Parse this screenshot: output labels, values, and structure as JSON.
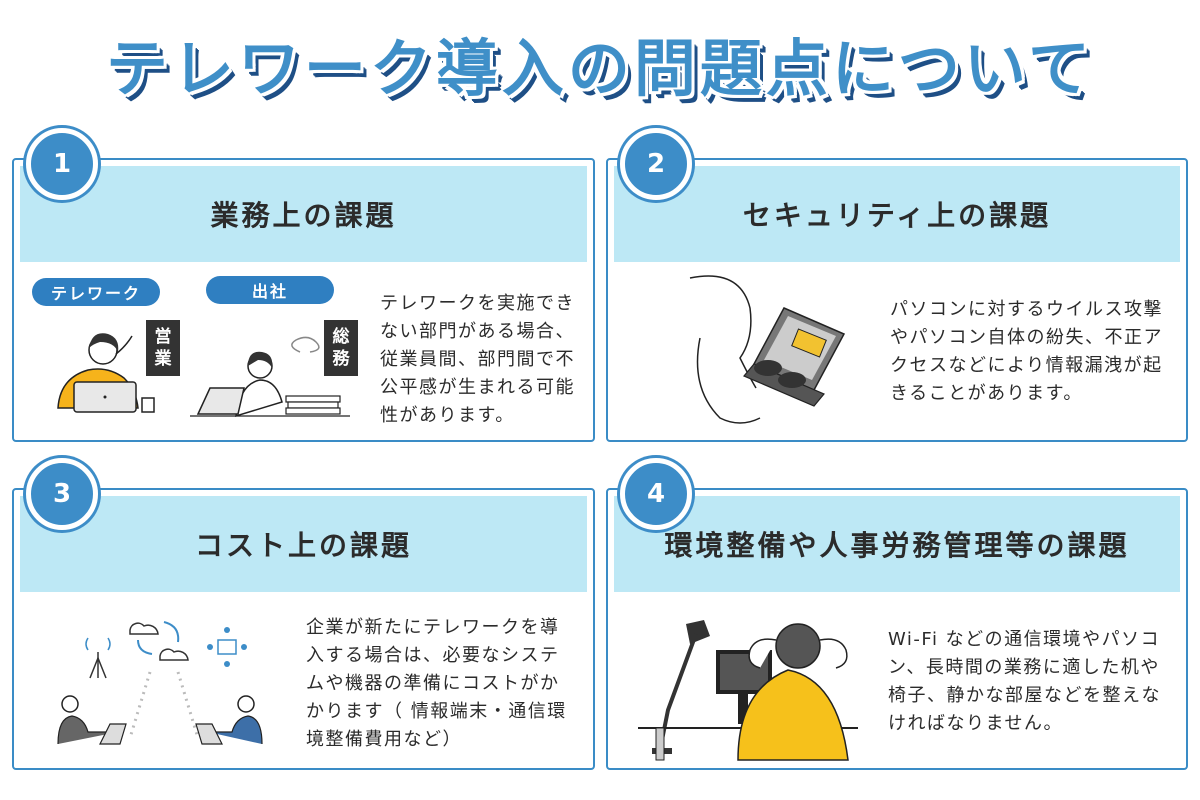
{
  "title": "テレワーク導入の問題点について",
  "colors": {
    "accent": "#3d8dc8",
    "header_bg": "#bde8f5",
    "title_shadow": "#1e4f86"
  },
  "panels": [
    {
      "number": "1",
      "heading": "業務上の課題",
      "tags": {
        "telework": "テレワーク",
        "office": "出社"
      },
      "vlabels": {
        "sales_1": "営",
        "sales_2": "業",
        "general_1": "総",
        "general_2": "務"
      },
      "lines": [
        "テレワークを実施でき",
        "ない部門がある場合、",
        "従業員間、部門間で不",
        "公平感が生まれる可能",
        "性があります。"
      ]
    },
    {
      "number": "2",
      "heading": "セキュリティ上の課題",
      "lines": [
        "パソコンに対するウイルス攻撃",
        "やパソコン自体の紛失、不正ア",
        "クセスなどにより情報漏洩が起",
        "きることがあります。"
      ]
    },
    {
      "number": "3",
      "heading": "コスト上の課題",
      "lines": [
        "企業が新たにテレワークを導",
        "入する場合は、必要なシステ",
        "ムや機器の準備にコストがか",
        "かります（ 情報端末・通信環",
        "境整備費用など）"
      ]
    },
    {
      "number": "4",
      "heading": "環境整備や人事労務管理等の課題",
      "lines": [
        "Wi-Fi などの通信環境やパソコ",
        "ン、長時間の業務に適した机や",
        "椅子、静かな部屋などを整えな",
        "ければなりません。"
      ]
    }
  ]
}
